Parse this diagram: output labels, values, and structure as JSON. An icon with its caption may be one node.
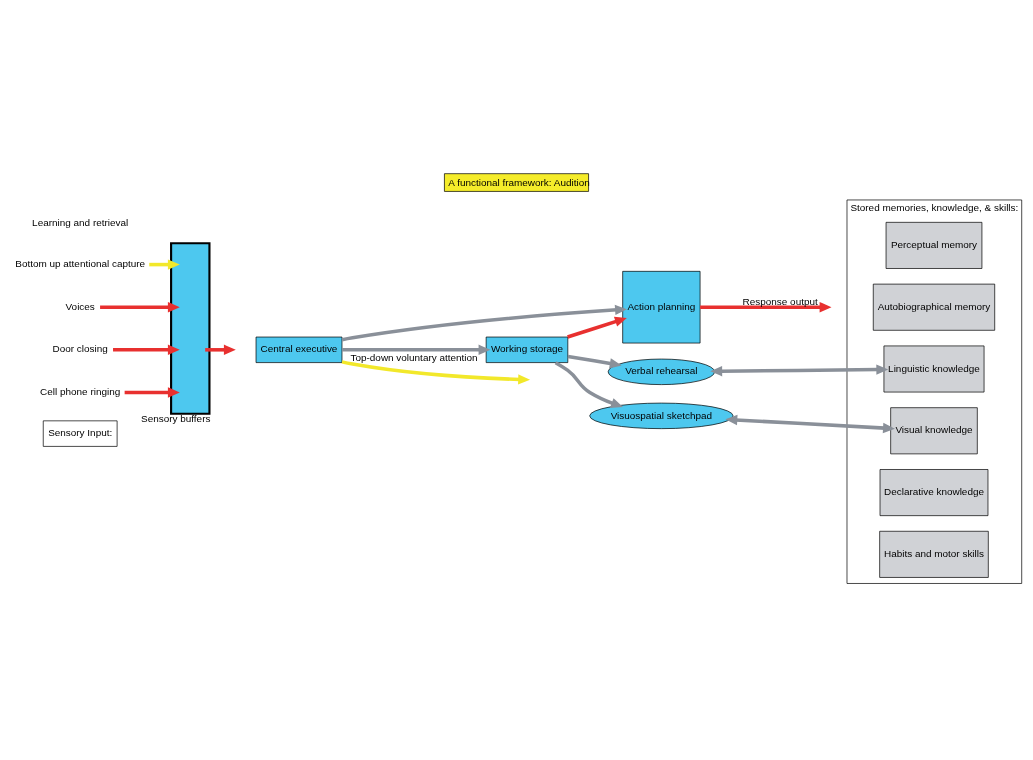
{
  "diagram": {
    "title": "A functional framework: Audition",
    "nodes": [
      {
        "text": [
          "Sensory Input:"
        ]
      },
      {
        "text": [
          "Bottom up attentional capture"
        ]
      },
      {
        "text": [
          "Sensory buffers"
        ]
      },
      {
        "text": [
          "Voices"
        ]
      },
      {
        "text": [
          "Door closing"
        ]
      },
      {
        "text": [
          "Cell phone ringing"
        ]
      },
      {
        "text": [
          "Central executive"
        ]
      },
      {
        "text": [
          "Working storage"
        ]
      },
      {
        "text": [
          "Action planning"
        ]
      },
      {
        "text": [
          "Verbal rehearsal"
        ]
      },
      {
        "text": [
          "Visuospatial sketchpad"
        ]
      },
      {
        "text": [
          "Stored memories, knowledge, & skills:"
        ]
      },
      {
        "text": [
          "Perceptual memory"
        ],
        "in": 11
      },
      {
        "text": [
          "Autobiographical memory"
        ],
        "in": 11
      },
      {
        "text": [
          "Linguistic knowledge"
        ],
        "in": 11
      },
      {
        "text": [
          "Visual knowledge"
        ],
        "in": 11
      },
      {
        "text": [
          "Declarative knowledge"
        ],
        "in": 11
      },
      {
        "text": [
          "Habits and motor skills"
        ],
        "in": 11
      }
    ],
    "edges": [
      {
        "from": 1,
        "to": 2,
        "arrow": "to",
        "color": "#f2e82a"
      },
      {
        "from": 3,
        "to": 2,
        "arrow": "to",
        "color": "#e8302f"
      },
      {
        "from": 4,
        "to": 2,
        "arrow": "to",
        "color": "#e8302f"
      },
      {
        "from": 5,
        "to": 2,
        "arrow": "to",
        "color": "#e8302f"
      },
      {
        "from": 2,
        "to": null,
        "arrow": "to",
        "color": "#e8302f"
      },
      {
        "from": 6,
        "to": null,
        "arrow": "to",
        "label": "Top-down voluntary attention",
        "color": "#f2e82a"
      },
      {
        "from": 6,
        "to": 7,
        "arrow": "to",
        "color": "#8a9099"
      },
      {
        "from": 6,
        "to": 8,
        "arrow": "to",
        "color": "#8a9099"
      },
      {
        "from": 7,
        "to": 8,
        "arrow": "to",
        "color": "#e8302f"
      },
      {
        "from": 8,
        "to": null,
        "arrow": "to",
        "label": "Response output",
        "color": "#e8302f"
      },
      {
        "from": 7,
        "to": 9,
        "arrow": "to",
        "color": "#8a9099"
      },
      {
        "from": 7,
        "to": 10,
        "arrow": "to",
        "color": "#8a9099"
      },
      {
        "from": 9,
        "to": 14,
        "arrow": "both",
        "color": "#8a9099"
      },
      {
        "from": 10,
        "to": 15,
        "arrow": "both",
        "color": "#8a9099"
      }
    ],
    "labels": [
      "Learning and retrieval"
    ]
  }
}
